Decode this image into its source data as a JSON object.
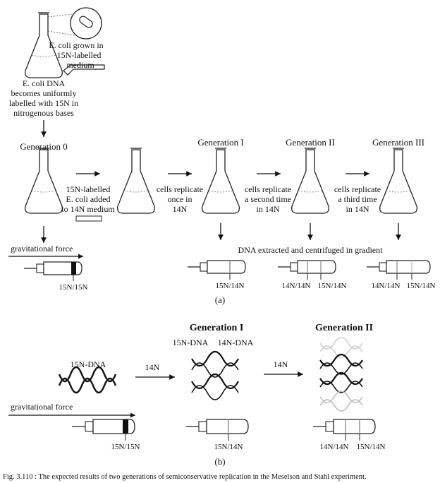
{
  "colors": {
    "ink": "#111111",
    "band": "#111111",
    "faint": "#bdbdbd",
    "mid": "#999999"
  },
  "panel_a": {
    "start_caption_1": "E. coli grown in",
    "start_caption_2": "15N-labelled",
    "start_caption_3": "medium",
    "dna_caption_1": "E. coli DNA",
    "dna_caption_2": "becomes uniformly",
    "dna_caption_3": "labelled with 15N in",
    "dna_caption_4": "nitrogenous bases",
    "gen0": "Generation 0",
    "gen1": "Generation I",
    "gen2": "Generation II",
    "gen3": "Generation III",
    "transfer_1": "15N-labelled",
    "transfer_2": "E. coli added",
    "transfer_3": "to 14N medium",
    "rep1_1": "cells replicate",
    "rep1_2": "once in",
    "rep1_3": "14N",
    "rep2_1": "cells replicate",
    "rep2_2": "a second time",
    "rep2_3": "in 14N",
    "rep3_1": "cells replicate",
    "rep3_2": "a third time",
    "rep3_3": "in 14N",
    "gravity": "gravitational force",
    "extracted": "DNA extracted and centrifuged in gradient",
    "tube0_label": "15N/15N",
    "tube1_label": "15N/14N",
    "tube2_label_a": "14N/14N",
    "tube2_label_b": "15N/14N",
    "tube3_label_a": "14N/14N",
    "tube3_label_b": "15N/14N",
    "panel_label": "(a)"
  },
  "panel_b": {
    "gen1_title": "Generation I",
    "gen2_title": "Generation II",
    "dna15": "15N-DNA",
    "dna15_b": "15N-DNA",
    "dna14_b": "14N-DNA",
    "arrow1": "14N",
    "arrow2": "14N",
    "gravity": "gravitational force",
    "tube0_label": "15N/15N",
    "tube1_label": "15N/14N",
    "tube2_label_a": "14N/14N",
    "tube2_label_b": "15N/14N",
    "panel_label": "(b)"
  },
  "caption": "Fig. 3.110 : The expected results of two generations of semiconservative replication in the Meselson and Stahl experiment."
}
